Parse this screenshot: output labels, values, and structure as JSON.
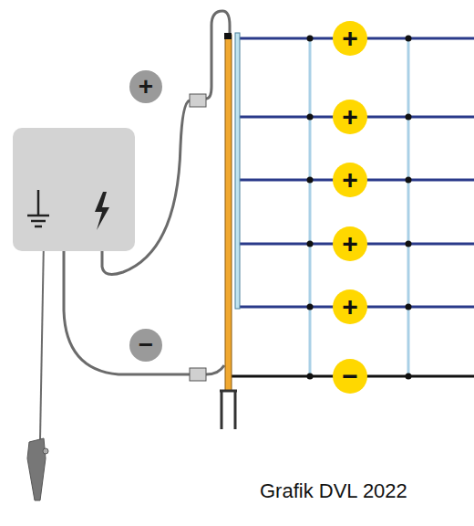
{
  "diagram": {
    "nodes": [
      {
        "text": [
          "+"
        ]
      },
      {
        "text": [
          "+"
        ]
      },
      {
        "text": [
          "+"
        ]
      },
      {
        "text": [
          "+"
        ]
      },
      {
        "text": [
          "+"
        ]
      },
      {
        "text": [
          "+"
        ]
      },
      {
        "text": [
          "−"
        ]
      },
      {
        "text": [
          "−"
        ]
      }
    ],
    "labels": [
      "Grafik DVL 2022"
    ]
  }
}
